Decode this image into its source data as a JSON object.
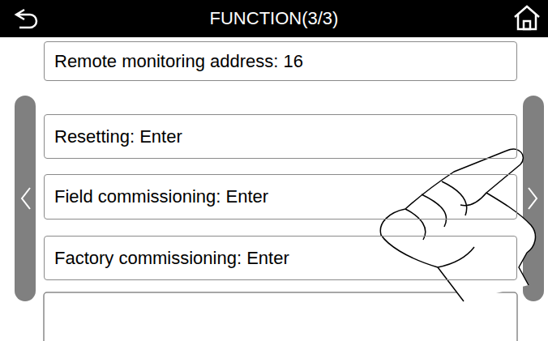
{
  "diagram": {
    "title": "FUNCTION(3/3)",
    "nodes": [
      {
        "text": [
          "Remote monitoring address: 16"
        ]
      },
      {
        "text": [
          "Resetting: Enter"
        ]
      },
      {
        "text": [
          "Field commissioning: Enter"
        ]
      },
      {
        "text": [
          "Factory commissioning: Enter"
        ]
      }
    ]
  }
}
